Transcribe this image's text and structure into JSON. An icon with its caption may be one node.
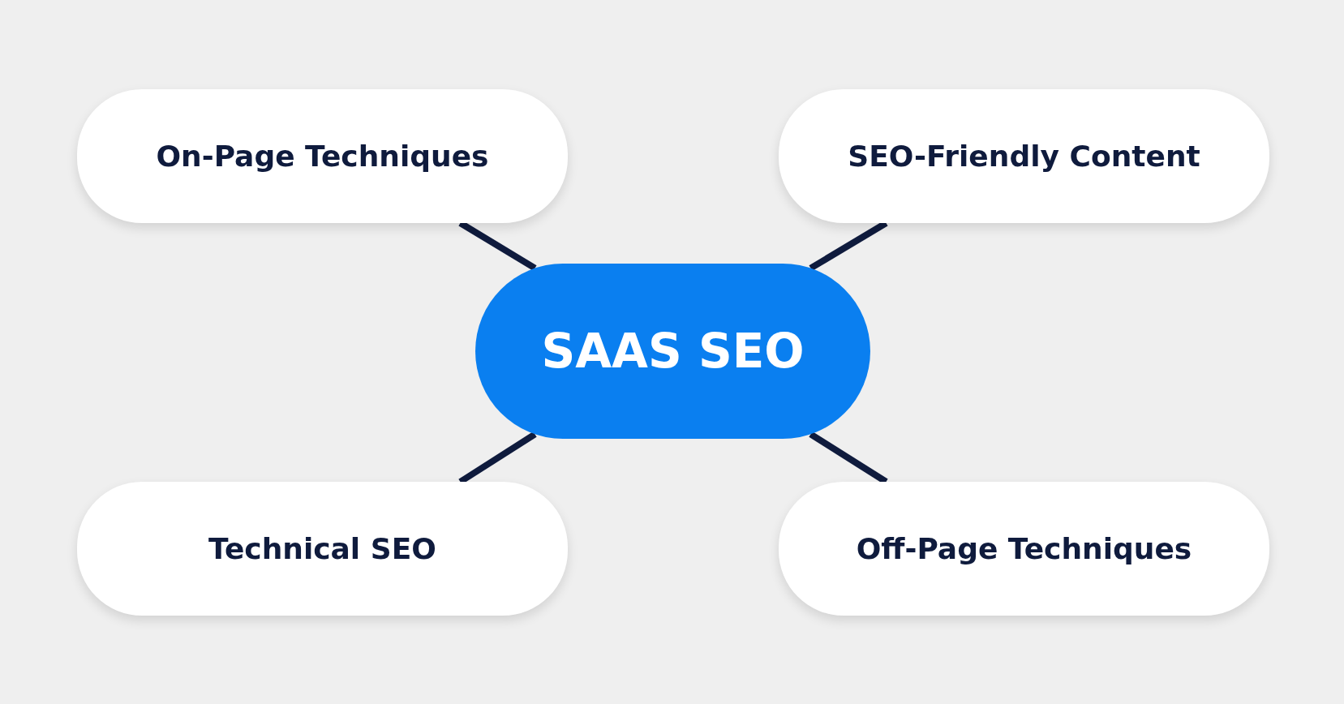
{
  "diagram": {
    "nodes": [
      {
        "text": [
          "On-Page Techniques"
        ]
      },
      {
        "text": [
          "SEO-Friendly Content"
        ]
      },
      {
        "text": [
          "SAAS SEO"
        ]
      },
      {
        "text": [
          "Technical SEO"
        ]
      },
      {
        "text": [
          "Off-Page Techniques"
        ]
      }
    ],
    "edges": [
      {
        "from": 2,
        "to": 0,
        "arrow": "none"
      },
      {
        "from": 2,
        "to": 1,
        "arrow": "none"
      },
      {
        "from": 2,
        "to": 3,
        "arrow": "none"
      },
      {
        "from": 2,
        "to": 4,
        "arrow": "none"
      }
    ]
  }
}
